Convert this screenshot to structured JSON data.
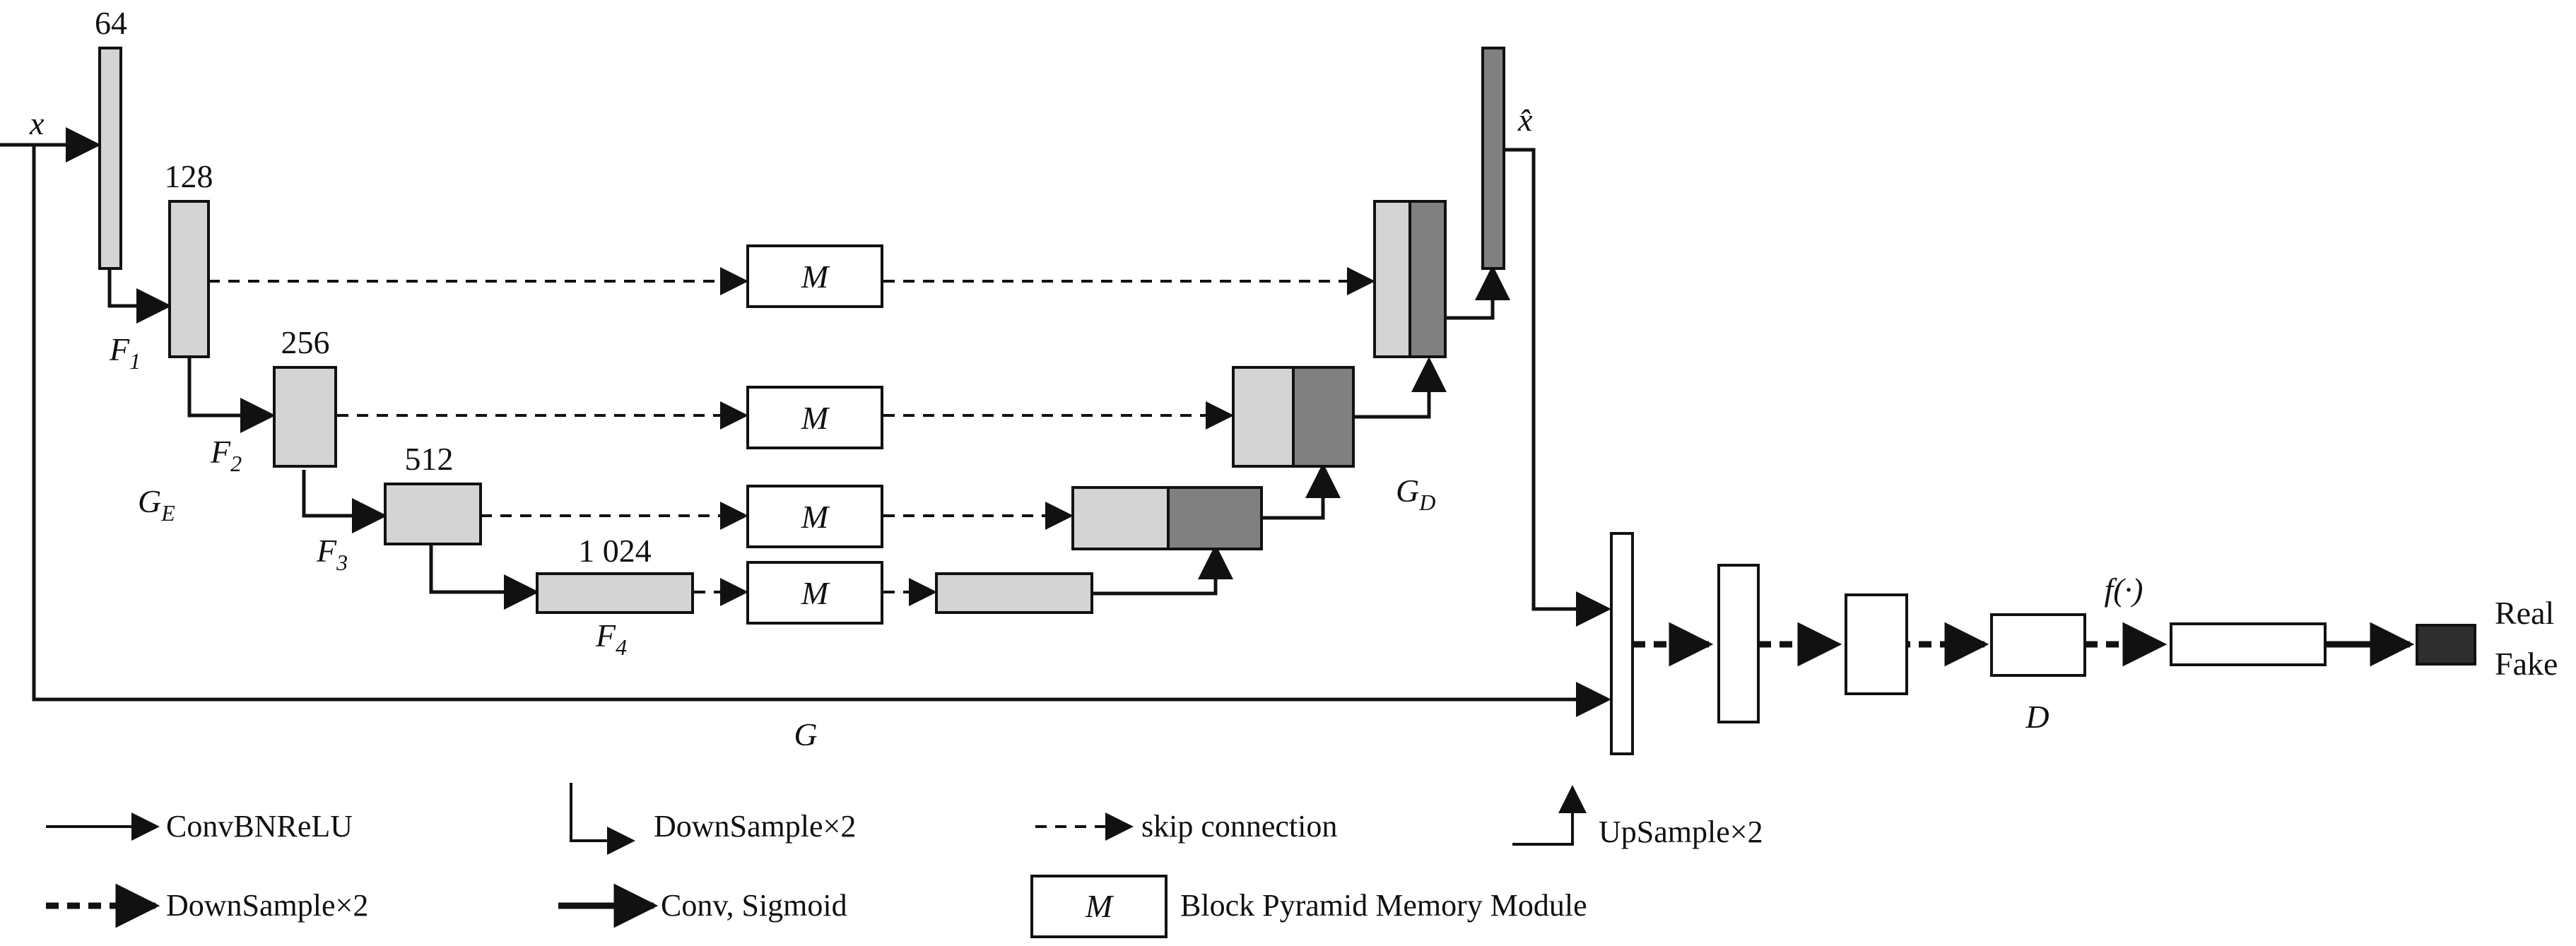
{
  "encoder": {
    "input_label": "x",
    "name": "G",
    "name_subscript": "E",
    "channels": [
      "64",
      "128",
      "256",
      "512",
      "1 024"
    ],
    "features": [
      {
        "name": "F",
        "sub": "1"
      },
      {
        "name": "F",
        "sub": "2"
      },
      {
        "name": "F",
        "sub": "3"
      },
      {
        "name": "F",
        "sub": "4"
      }
    ]
  },
  "decoder": {
    "name": "G",
    "name_subscript": "D",
    "output_label": "x̂"
  },
  "memory_module_label": "M",
  "generator_label": "G",
  "discriminator": {
    "name": "D",
    "feature_label": "f(·)",
    "outputs": [
      "Real",
      "Fake"
    ]
  },
  "legend": {
    "convbnrelu": "ConvBNReLU",
    "downsample_solid": "DownSample×2",
    "skip": "skip connection",
    "upsample": "UpSample×2",
    "downsample_dashed": "DownSample×2",
    "conv_sigmoid": "Conv, Sigmoid",
    "memory_symbol": "M",
    "memory_name": "Block Pyramid Memory Module"
  },
  "colors": {
    "light_block": "#d4d4d4",
    "dark_block": "#808080",
    "output_block": "#2e2e2e",
    "line": "#111111"
  }
}
